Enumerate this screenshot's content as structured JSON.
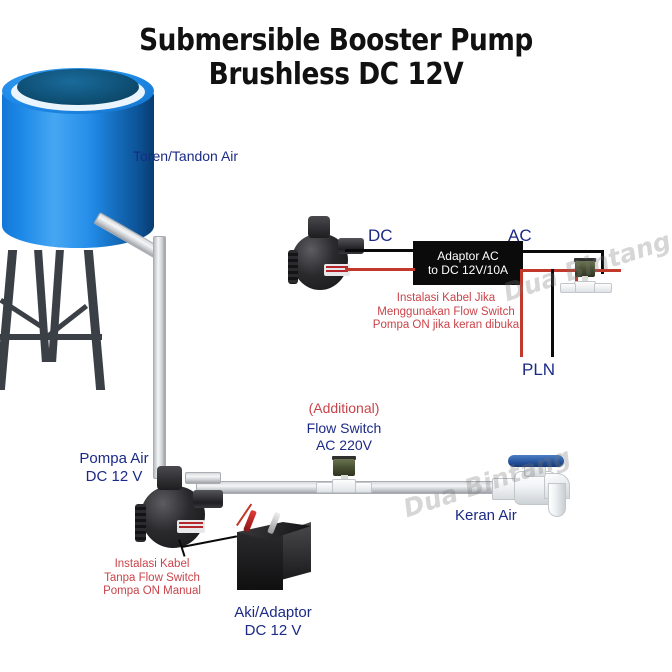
{
  "diagram": {
    "title_line1": "Submersible Booster Pump",
    "title_line2": "Brushless DC 12V",
    "background": "#ffffff",
    "label_color": "#1b2a86",
    "note_color": "#c9444a"
  },
  "labels": {
    "tank": "Toren/Tandon Air",
    "dc": "DC",
    "ac": "AC",
    "pln": "PLN",
    "pump_line1": "Pompa Air",
    "pump_line2": "DC 12 V",
    "flow_switch_line1": "(Additional)",
    "flow_switch_line2": "Flow Switch",
    "flow_switch_line3": "AC 220V",
    "tap": "Keran Air",
    "battery_line1": "Aki/Adaptor",
    "battery_line2": "DC 12 V"
  },
  "adaptor": {
    "line1": "Adaptor AC",
    "line2": "to DC 12V/10A",
    "box_color": "#0b0b0b",
    "text_color": "#ffffff"
  },
  "notes": {
    "with_flow_switch": [
      "Instalasi Kabel Jika",
      "Menggunakan Flow Switch",
      "Pompa ON jika keran dibuka"
    ],
    "without_flow_switch": [
      "Instalasi Kabel",
      "Tanpa Flow Switch",
      "Pompa ON Manual"
    ]
  },
  "watermark": {
    "text": "Dua Bintang"
  },
  "colors": {
    "tank_blue": "#1f8ae8",
    "wire_black": "#0a0a0a",
    "wire_red": "#c0392b",
    "tap_handle_blue": "#24529b"
  }
}
